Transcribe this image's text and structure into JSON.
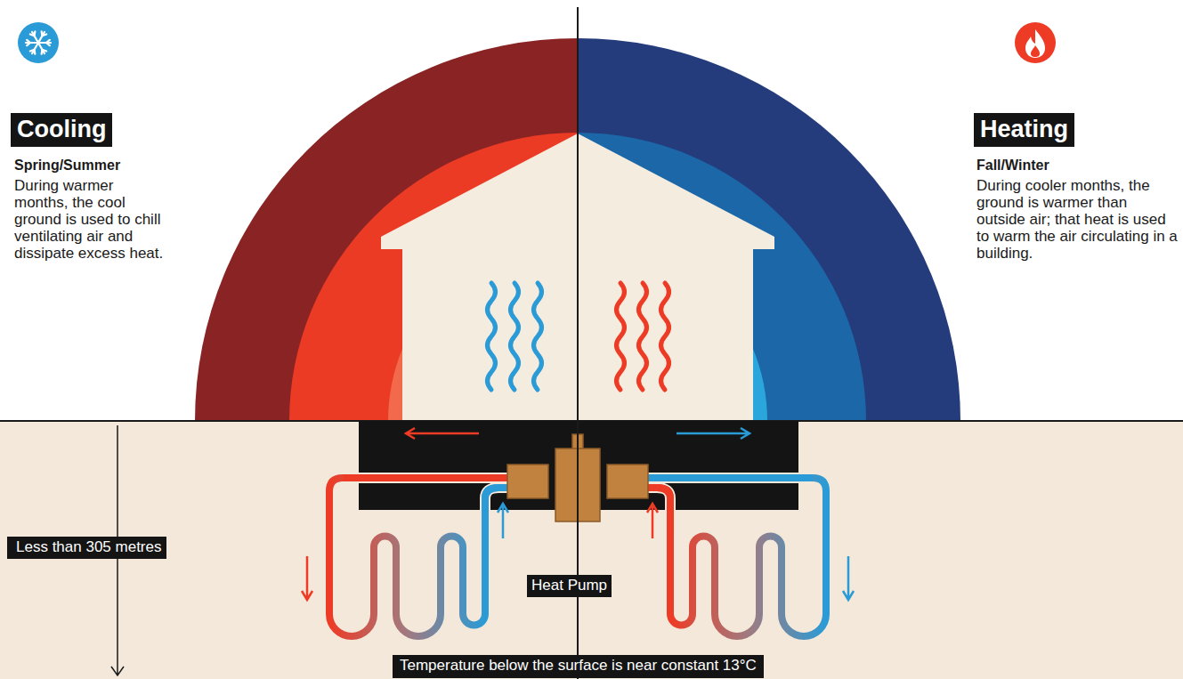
{
  "diagram": {
    "nodes": [
      {
        "text": [
          "Cooling"
        ]
      },
      {
        "text": [
          "Heating"
        ]
      },
      {
        "text": [
          "Heat Pump"
        ]
      },
      {
        "text": [
          "Less than 305 metres"
        ]
      },
      {
        "text": [
          "Temperature below the surface is near constant 13°C"
        ]
      }
    ],
    "labels": [
      "Spring/Summer",
      "During warmer months, the cool ground is used to chill ventilating air and dissipate excess heat.",
      "Fall/Winter",
      "During cooler months, the ground is warmer than outside air; that heat is used to warm the air circulating in a building."
    ]
  }
}
